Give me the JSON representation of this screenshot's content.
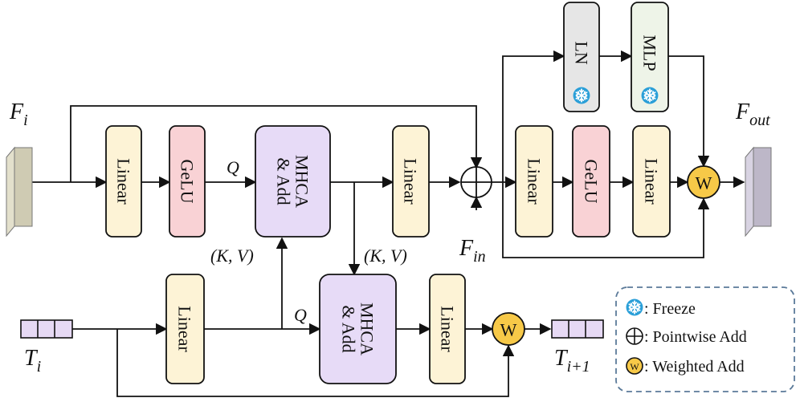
{
  "labels": {
    "fi_main": "F",
    "fi_sub": "i",
    "fout_main": "F",
    "fout_sub": "out",
    "fin_main": "F",
    "fin_sub": "in",
    "ti_main": "T",
    "ti_sub": "i",
    "tnext_main": "T",
    "tnext_sub": "i+1",
    "q_top": "Q",
    "q_bottom": "Q",
    "kv_left": "(K, V)",
    "kv_right": "(K, V)"
  },
  "blocks": {
    "linear_1": "Linear",
    "gelu_1": "GeLU",
    "mhca_1_line1": "MHCA",
    "mhca_1_line2": "& Add",
    "linear_2": "Linear",
    "linear_3": "Linear",
    "gelu_2": "GeLU",
    "linear_4": "Linear",
    "ln": "LN",
    "mlp": "MLP",
    "linear_text": "Linear",
    "mhca_2_line1": "MHCA",
    "mhca_2_line2": "& Add",
    "linear_text_out": "Linear"
  },
  "weighted_symbol": "W",
  "legend": {
    "freeze": ": Freeze",
    "pointwise_add": ": Pointwise Add",
    "weighted_add": ": Weighted Add",
    "weighted_symbol": "W"
  },
  "colors": {
    "linear_fill": "#FDF3D6",
    "gelu_fill": "#F9D2D5",
    "mhca_fill": "#E7DBF7",
    "ln_fill": "#E6E6E6",
    "mlp_fill": "#EEF4E8",
    "weighted_fill": "#F7C948",
    "snowflake": "#2A9FD8",
    "legend_border": "#5B7A99",
    "feature_in": "#CFCBB3",
    "feature_out": "#BDB7C8",
    "token_fill": "#E6D9F4"
  }
}
